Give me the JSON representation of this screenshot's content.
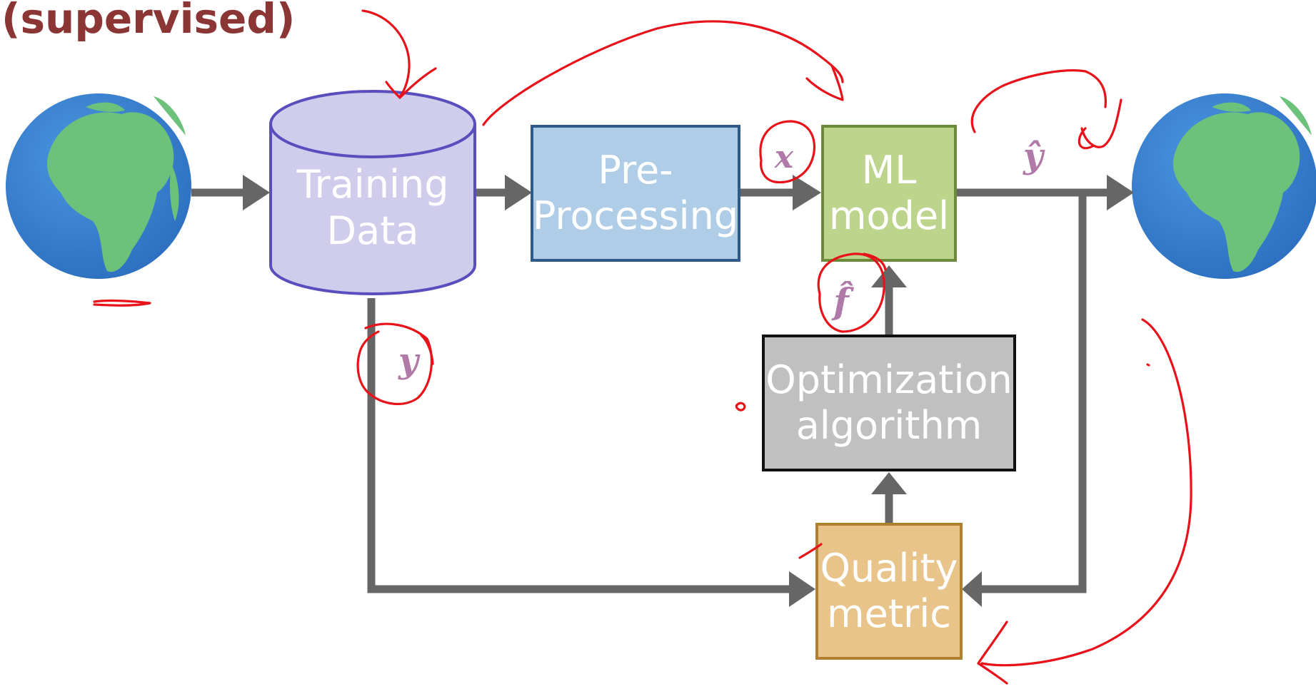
{
  "title": "(supervised)",
  "nodes": {
    "training_data": [
      "Training",
      "Data"
    ],
    "preprocessing": [
      "Pre-",
      "Processing"
    ],
    "ml_model": [
      "ML",
      "model"
    ],
    "optimization": [
      "Optimization",
      "algorithm"
    ],
    "quality_metric": [
      "Quality",
      "metric"
    ]
  },
  "symbols": {
    "x": "x",
    "y": "y",
    "y_hat": "ŷ",
    "f_hat": "f̂"
  },
  "colors": {
    "training_data_fill": "#d0ccec",
    "training_data_stroke": "#5a4dbd",
    "preprocessing_fill": "#b0cde8",
    "preprocessing_stroke": "#2f5a8a",
    "ml_model_fill": "#bdd48c",
    "ml_model_stroke": "#6b8a3a",
    "optimization_fill": "#c0c0c0",
    "quality_metric_fill": "#e8c48a",
    "quality_metric_stroke": "#b08030",
    "arrow": "#666666",
    "annotation": "#e8131a"
  }
}
